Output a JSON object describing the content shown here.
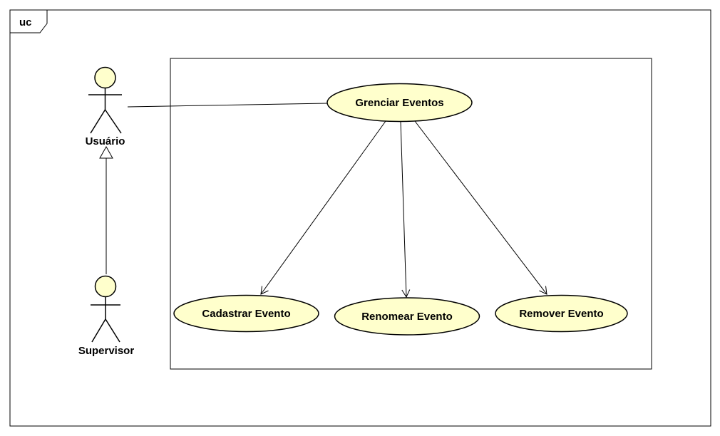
{
  "frame": {
    "tag": "uc"
  },
  "actors": [
    {
      "id": "usuario",
      "name": "Usuário"
    },
    {
      "id": "supervisor",
      "name": "Supervisor"
    }
  ],
  "use_cases": [
    {
      "id": "gerenciar",
      "name": "Grenciar Eventos"
    },
    {
      "id": "cadastrar",
      "name": "Cadastrar Evento"
    },
    {
      "id": "renomear",
      "name": "Renomear Evento"
    },
    {
      "id": "remover",
      "name": "Remover Evento"
    }
  ],
  "relationships": [
    {
      "type": "association",
      "from": "usuario",
      "to": "gerenciar"
    },
    {
      "type": "generalization",
      "from": "supervisor",
      "to": "usuario"
    },
    {
      "type": "dependency",
      "from": "gerenciar",
      "to": "cadastrar"
    },
    {
      "type": "dependency",
      "from": "gerenciar",
      "to": "renomear"
    },
    {
      "type": "dependency",
      "from": "gerenciar",
      "to": "remover"
    }
  ],
  "colors": {
    "use_case_fill": "#ffffcc",
    "actor_fill": "#ffffcc",
    "line": "#000000",
    "background": "#ffffff"
  }
}
